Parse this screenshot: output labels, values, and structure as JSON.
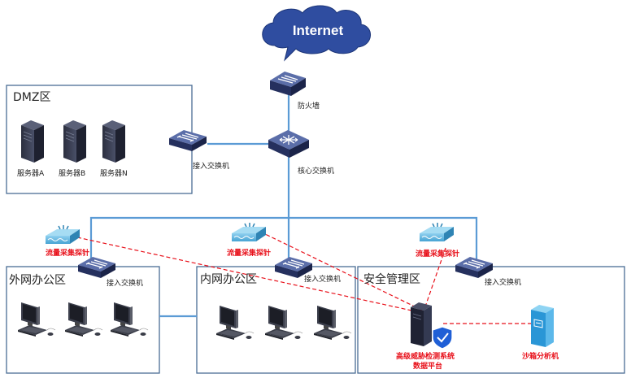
{
  "cloud_label": "Internet",
  "zones": {
    "dmz": "DMZ区",
    "external_office": "外网办公区",
    "internal_office": "内网办公区",
    "security": "安全管理区"
  },
  "devices": {
    "firewall": "防火墙",
    "core_switch": "核心交换机",
    "access_switch": "接入交换机",
    "probe": "流量采集探针",
    "platform_line1": "高级威胁检测系统",
    "platform_line2": "数据平台",
    "sandbox": "沙箱分析机"
  },
  "servers": [
    "服务器A",
    "服务器B",
    "服务器N"
  ],
  "colors": {
    "zone_border": "#4a6d94",
    "trunk": "#5b9bd5",
    "device": "#2d3a6b",
    "probe": "#4fa7d4",
    "red": "#e8101a"
  }
}
